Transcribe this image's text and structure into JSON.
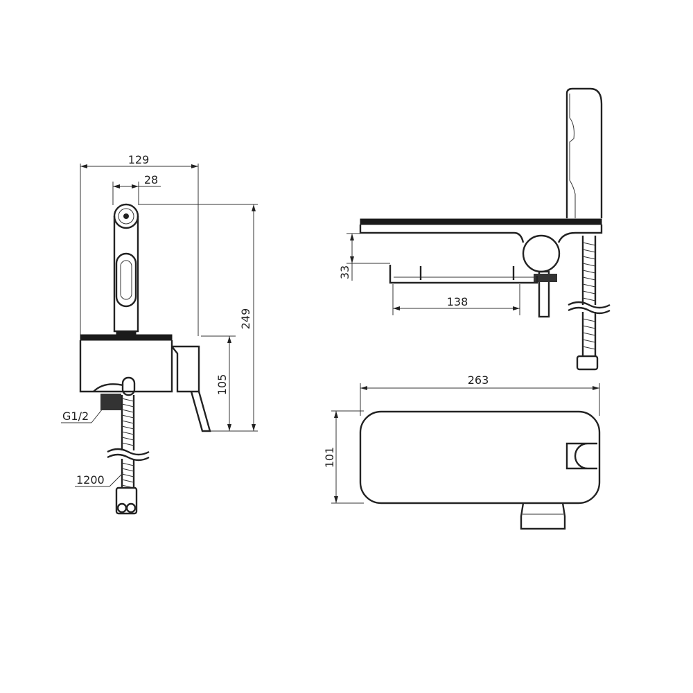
{
  "drawing": {
    "front_view": {
      "dim_width": "129",
      "dim_head": "28",
      "dim_total_height": "249",
      "dim_body_height": "105",
      "thread_label": "G1/2",
      "hose_length": "1200"
    },
    "side_view": {
      "dim_depth": "33",
      "dim_tray": "138"
    },
    "top_view": {
      "dim_length": "263",
      "dim_width": "101"
    },
    "colors": {
      "line": "#222222",
      "background": "#ffffff"
    }
  }
}
